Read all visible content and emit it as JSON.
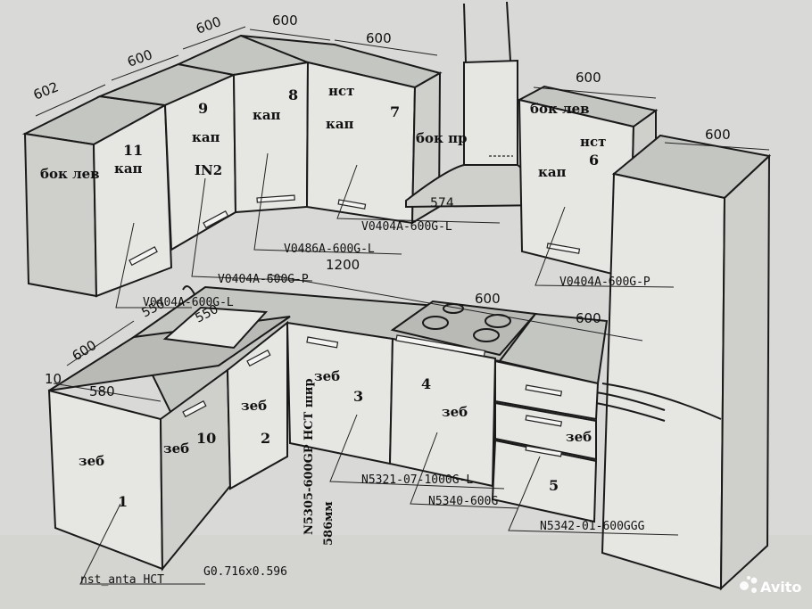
{
  "dimensions": {
    "d602": "602",
    "d600a": "600",
    "d600b": "600",
    "d600c": "600",
    "d600d": "600",
    "d600e": "600",
    "d600f": "600",
    "d600g": "600",
    "d600h": "600",
    "d600i": "600",
    "d574": "574",
    "d1200": "1200",
    "d550a": "550",
    "d550b": "550",
    "d580": "580",
    "d10": "10"
  },
  "cabinet_labels": {
    "bok_lev_left": "бок лев",
    "kap_11": "кап",
    "num_11": "11",
    "num_9": "9",
    "kap_9": "кап",
    "in2": "IN2",
    "num_8": "8",
    "kap_8": "кап",
    "nst_7": "нст",
    "kap_7": "кап",
    "num_7": "7",
    "bok_pr": "бок пр",
    "bok_lev_right": "бок лев",
    "nst_6": "нст",
    "kap_6": "кап",
    "num_6": "6",
    "zeb_1": "зеб",
    "num_1": "1",
    "zeb_10": "зеб",
    "num_10": "10",
    "zeb_2": "зеб",
    "num_2": "2",
    "zeb_3": "зеб",
    "num_3": "3",
    "num_4": "4",
    "zeb_4": "зеб",
    "zeb_5": "зеб",
    "num_5": "5"
  },
  "part_codes": {
    "v0404a_l_top": "V0404A-600G-L",
    "v0486a": "V0486A-600G-L",
    "v0404a_p_mid": "V0404A-600G-P",
    "v0404a_l_bottom": "V0404A-600G-L",
    "v0404a_p_right": "V0404A-600G-P",
    "n5305": "N5305-600GP НСТ шир",
    "mm586": "586мм",
    "n5321": "N5321-07-1000G-L",
    "n5340": "N5340-600G",
    "n5342": "N5342-01-600GGG",
    "nst_anta": "nst_anta НСТ",
    "g0716": "G0.716x0.596"
  },
  "watermark": {
    "text": "Avito"
  },
  "colors": {
    "paper": "#d9dad7",
    "ink": "#111111"
  }
}
